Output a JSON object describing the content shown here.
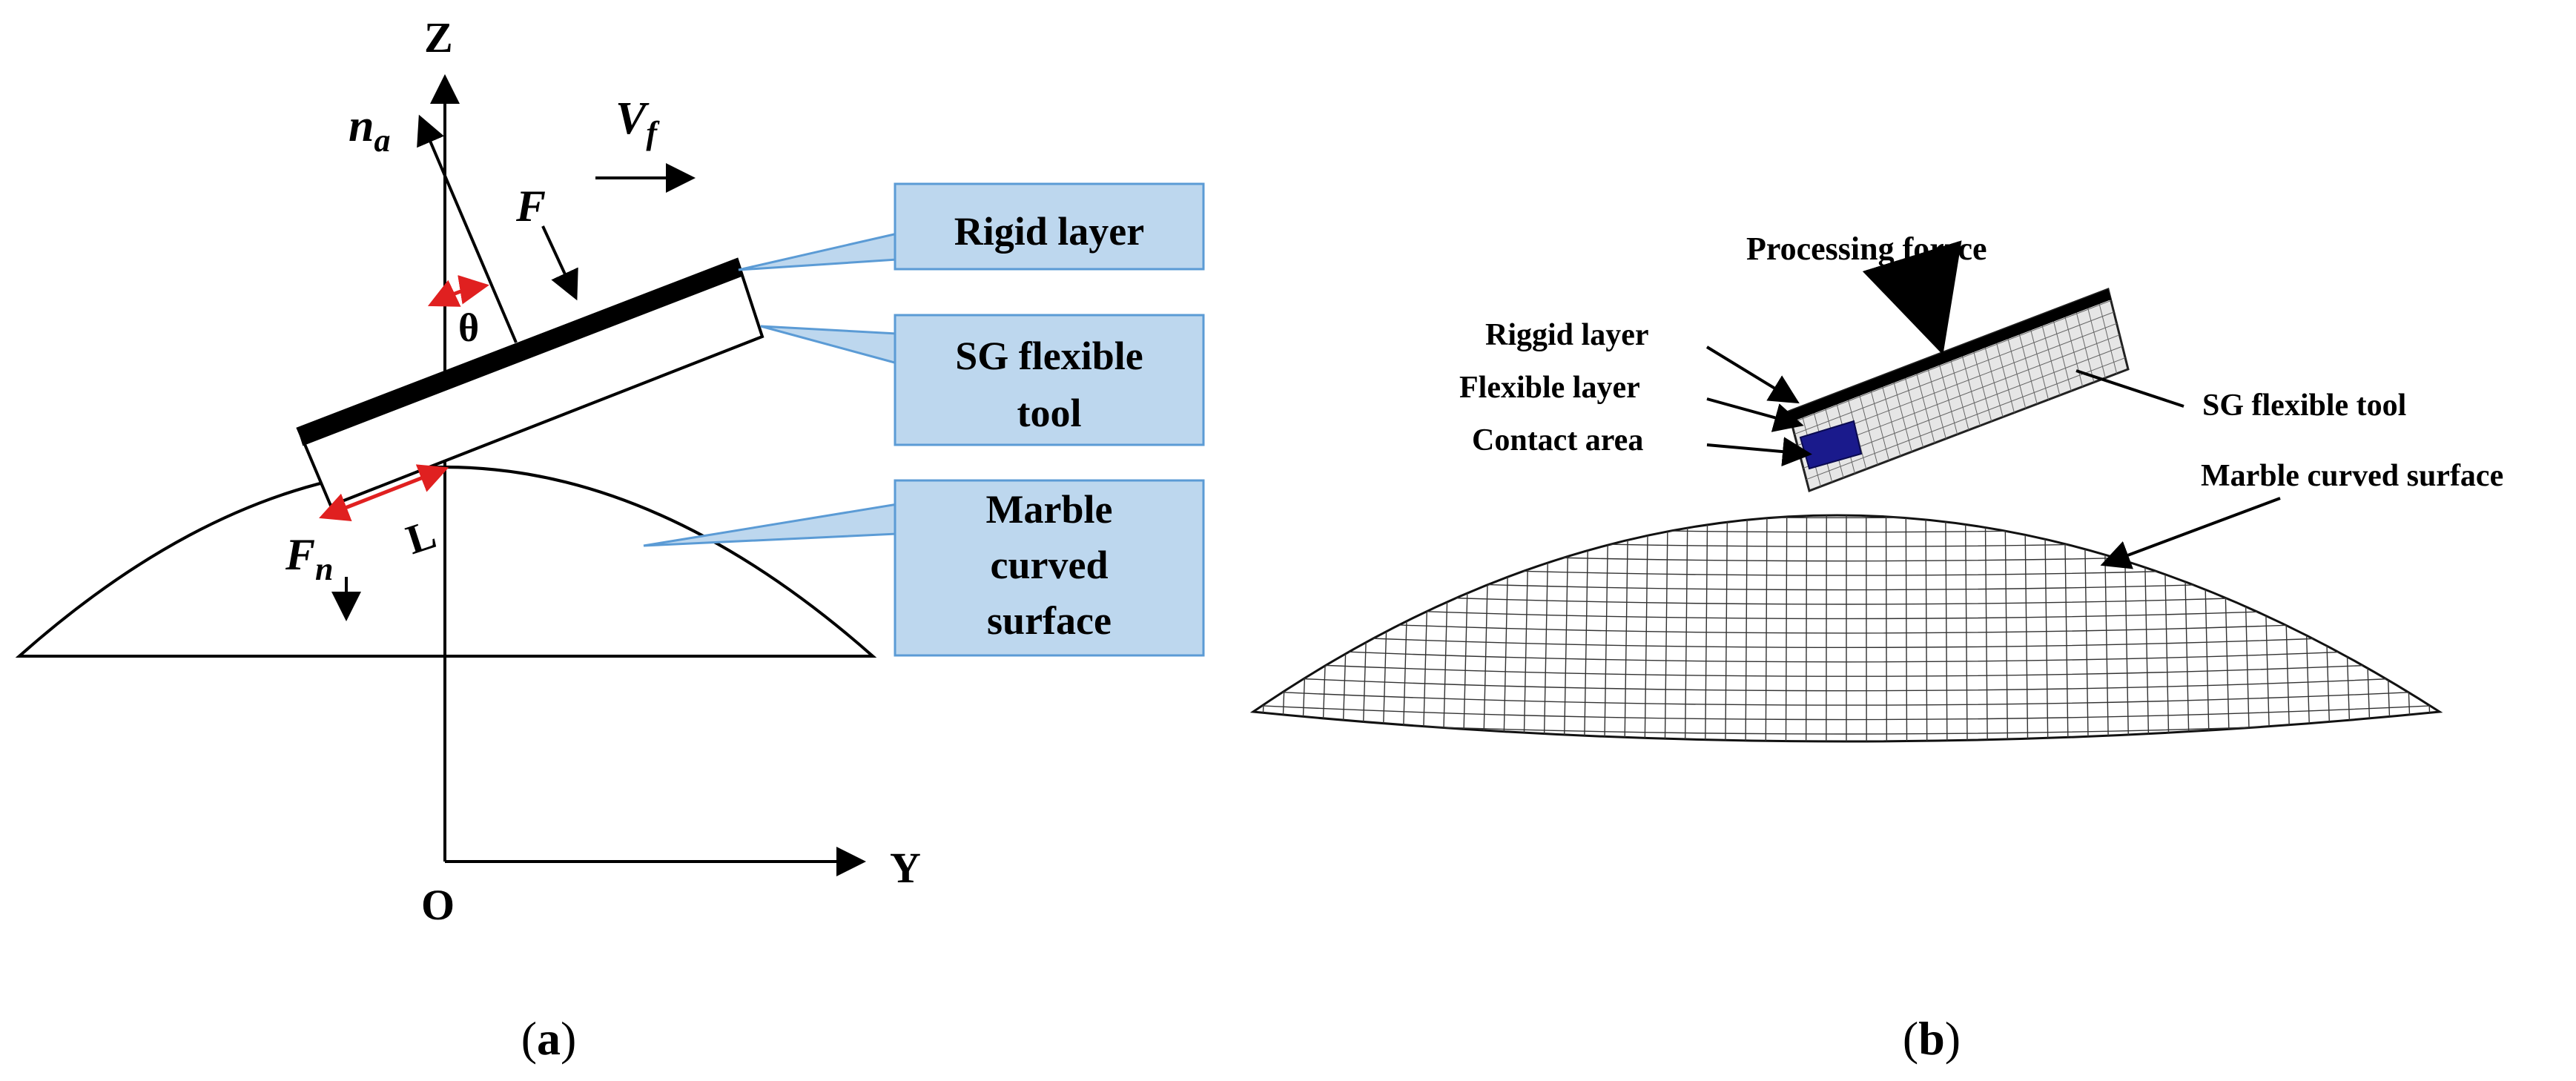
{
  "panel_a": {
    "axis_z": "Z",
    "axis_y": "Y",
    "origin": "O",
    "n_a_main": "n",
    "n_a_sub": "a",
    "v_f_main": "V",
    "v_f_sub": "f",
    "force_f": "F",
    "force_fn_main": "F",
    "force_fn_sub": "n",
    "angle": "θ",
    "length": "L",
    "callout_rigid": "Rigid layer",
    "callout_sg_line1": "SG flexible",
    "callout_sg_line2": "tool",
    "callout_marble_line1": "Marble",
    "callout_marble_line2": "curved",
    "callout_marble_line3": "surface",
    "caption_open": "(",
    "caption_letter": "a",
    "caption_close": ")"
  },
  "panel_b": {
    "processing_force": "Processing forrce",
    "riggid_layer": "Riggid layer",
    "flexible_layer": "Flexible layer",
    "contact_area": "Contact area",
    "sg_flexible_tool": "SG flexible tool",
    "marble_surface": "Marble curved surface",
    "caption_open": "(",
    "caption_letter": "b",
    "caption_close": ")"
  },
  "colors": {
    "callout_fill": "#bdd7ee",
    "callout_stroke": "#5b9bd5",
    "red_marker": "#e02020",
    "contact_area": "#1a1a8c"
  }
}
